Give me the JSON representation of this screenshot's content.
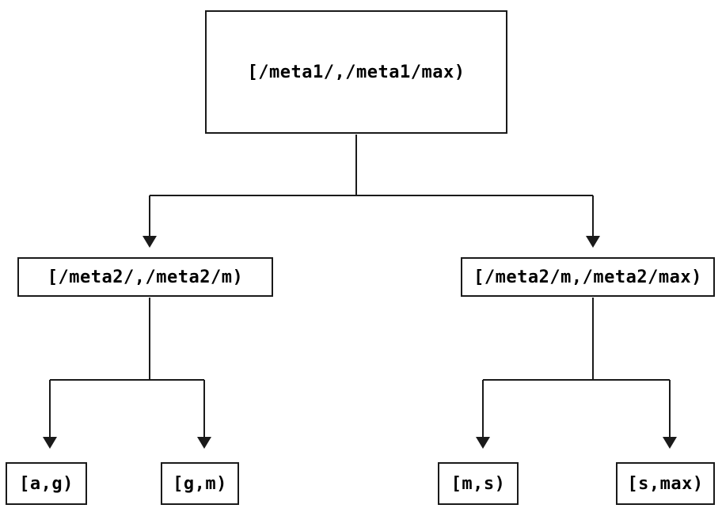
{
  "diagram": {
    "type": "tree",
    "colors": {
      "background": "#ffffff",
      "line": "#1a1a1a",
      "box_border": "#1a1a1a",
      "text": "#000000"
    },
    "tree": {
      "label": "[/meta1/,/meta1/max)",
      "children": [
        {
          "label": "[/meta2/,/meta2/m)",
          "children": [
            {
              "label": "[a,g)"
            },
            {
              "label": "[g,m)"
            }
          ]
        },
        {
          "label": "[/meta2/m,/meta2/max)",
          "children": [
            {
              "label": "[m,s)"
            },
            {
              "label": "[s,max)"
            }
          ]
        }
      ]
    }
  }
}
